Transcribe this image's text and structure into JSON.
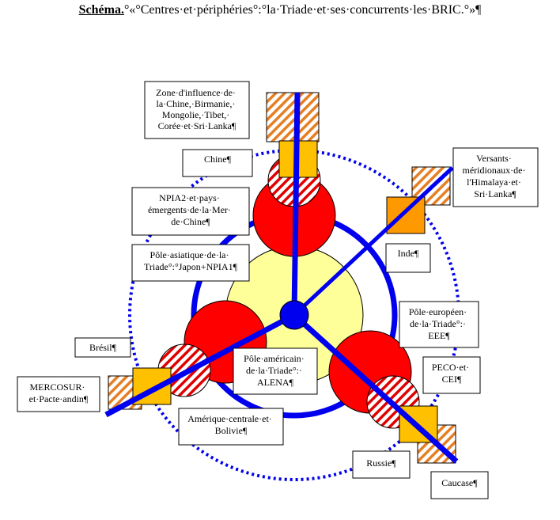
{
  "title": {
    "bold": "Schéma.",
    "rest": "°«°Centres·et·périphéries°:°la·Triade·et·ses·concurrents·les·BRIC.°»¶"
  },
  "colors": {
    "axis": "#0000ee",
    "core": "#ffff99",
    "pole": "#ff0000",
    "square": "#ffc000",
    "india": "#ff9900",
    "hatch": "#e67e22"
  },
  "labels": {
    "chine_zone": [
      "Zone·d'influence·de·",
      "la·Chine,·Birmanie,·",
      "Mongolie,·Tibet,·",
      "Corée·et·Sri·Lanka¶"
    ],
    "chine": [
      "Chine¶"
    ],
    "npia2": [
      "NPIA2·et·pays·",
      "émergents·de·la·Mer·",
      "de·Chine¶"
    ],
    "pole_asiatique": [
      "Pôle·asiatique·de·la·",
      "Triade°:°Japon+NPIA1¶"
    ],
    "versants": [
      "Versants·",
      "méridionaux·de·",
      "l'Himalaya·et·",
      "Sri·Lanka¶"
    ],
    "inde": [
      "Inde¶"
    ],
    "pole_europeen": [
      "Pôle·européen·",
      "de·la·Triade°:·",
      "EEE¶"
    ],
    "peco": [
      "PECO·et·",
      "CEI¶"
    ],
    "bresil": [
      "Brésil¶"
    ],
    "mercosur": [
      "MERCOSUR·",
      "et·Pacte·andin¶"
    ],
    "pole_americain": [
      "Pôle·américain·",
      "de·la·Triade°:·",
      "ALENA¶"
    ],
    "amerique_centrale": [
      "Amérique·centrale·et·",
      "Bolivie¶"
    ],
    "russie": [
      "Russie¶"
    ],
    "caucase": [
      "Caucase¶"
    ]
  }
}
